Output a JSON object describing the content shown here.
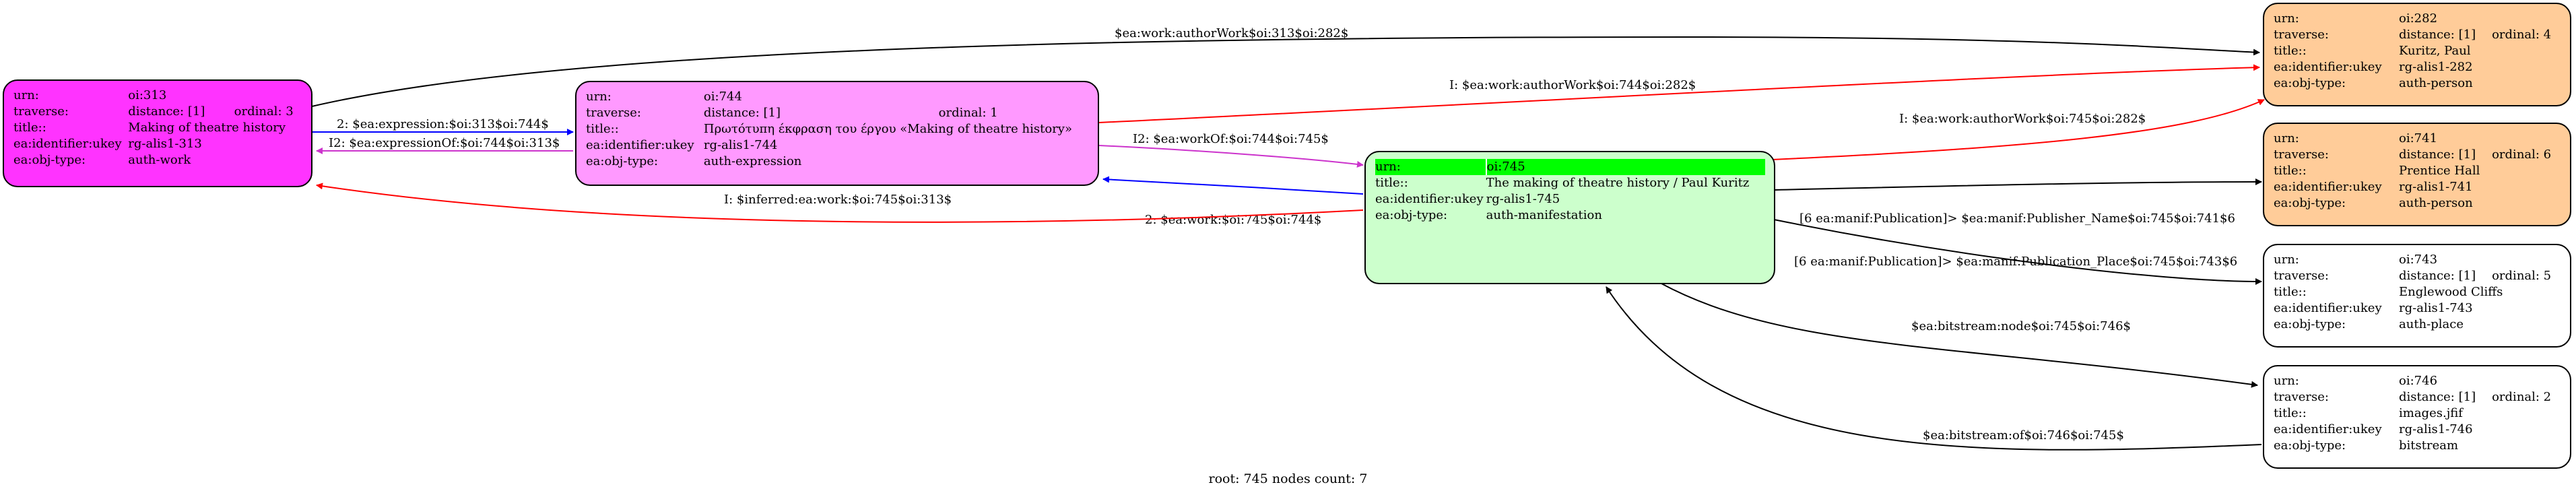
{
  "nodes": {
    "oi313": {
      "fill": "#ff33ff",
      "rows": [
        {
          "key": "urn:",
          "value": "oi:313",
          "extra": ""
        },
        {
          "key": "traverse:",
          "value": "distance: [1]",
          "extra": "ordinal: 3"
        },
        {
          "key": "title::",
          "value": "Making of theatre history",
          "extra": ""
        },
        {
          "key": "ea:identifier:ukey",
          "value": "rg-alis1-313",
          "extra": ""
        },
        {
          "key": "ea:obj-type:",
          "value": "auth-work",
          "extra": ""
        }
      ]
    },
    "oi744": {
      "fill": "#ff99ff",
      "rows": [
        {
          "key": "urn:",
          "value": "oi:744",
          "extra": ""
        },
        {
          "key": "traverse:",
          "value": "distance: [1]",
          "extra": "ordinal: 1"
        },
        {
          "key": "title::",
          "value": "Πρωτότυπη έκφραση του έργου «Making of theatre history»",
          "extra": ""
        },
        {
          "key": "ea:identifier:ukey",
          "value": "rg-alis1-744",
          "extra": ""
        },
        {
          "key": "ea:obj-type:",
          "value": "auth-expression",
          "extra": ""
        }
      ]
    },
    "oi745": {
      "fill": "#ccffcc",
      "rows": [
        {
          "key": "urn:",
          "value": "oi:745",
          "extra": ""
        },
        {
          "key": "title::",
          "value": "The making of theatre history / Paul Kuritz",
          "extra": ""
        },
        {
          "key": "ea:identifier:ukey",
          "value": "rg-alis1-745",
          "extra": ""
        },
        {
          "key": "ea:obj-type:",
          "value": "auth-manifestation",
          "extra": ""
        }
      ]
    },
    "oi282": {
      "fill": "#ffcc99",
      "rows": [
        {
          "key": "urn:",
          "value": "oi:282",
          "extra": ""
        },
        {
          "key": "traverse:",
          "value": "distance: [1]",
          "extra": "ordinal: 4"
        },
        {
          "key": "title::",
          "value": "Kuritz, Paul",
          "extra": ""
        },
        {
          "key": "ea:identifier:ukey",
          "value": "rg-alis1-282",
          "extra": ""
        },
        {
          "key": "ea:obj-type:",
          "value": "auth-person",
          "extra": ""
        }
      ]
    },
    "oi741": {
      "fill": "#ffcc99",
      "rows": [
        {
          "key": "urn:",
          "value": "oi:741",
          "extra": ""
        },
        {
          "key": "traverse:",
          "value": "distance: [1]",
          "extra": "ordinal: 6"
        },
        {
          "key": "title::",
          "value": "Prentice Hall",
          "extra": ""
        },
        {
          "key": "ea:identifier:ukey",
          "value": "rg-alis1-741",
          "extra": ""
        },
        {
          "key": "ea:obj-type:",
          "value": "auth-person",
          "extra": ""
        }
      ]
    },
    "oi743": {
      "fill": "#ffffff",
      "rows": [
        {
          "key": "urn:",
          "value": "oi:743",
          "extra": ""
        },
        {
          "key": "traverse:",
          "value": "distance: [1]",
          "extra": "ordinal: 5"
        },
        {
          "key": "title::",
          "value": "Englewood Cliffs",
          "extra": ""
        },
        {
          "key": "ea:identifier:ukey",
          "value": "rg-alis1-743",
          "extra": ""
        },
        {
          "key": "ea:obj-type:",
          "value": "auth-place",
          "extra": ""
        }
      ]
    },
    "oi746": {
      "fill": "#ffffff",
      "rows": [
        {
          "key": "urn:",
          "value": "oi:746",
          "extra": ""
        },
        {
          "key": "traverse:",
          "value": "distance: [1]",
          "extra": "ordinal: 2"
        },
        {
          "key": "title::",
          "value": "images.jfif",
          "extra": ""
        },
        {
          "key": "ea:identifier:ukey",
          "value": "rg-alis1-746",
          "extra": ""
        },
        {
          "key": "ea:obj-type:",
          "value": "bitstream",
          "extra": ""
        }
      ]
    }
  },
  "edges": {
    "work_author_313": {
      "label": "$ea:work:authorWork$oi:313$oi:282$",
      "color": "#000000"
    },
    "expression_of_work": {
      "label": "2: $ea:expression:$oi:313$oi:744$",
      "color": "#0000ff"
    },
    "expression_of_back": {
      "label": "I2: $ea:expressionOf:$oi:744$oi:313$",
      "color": "#cc33cc"
    },
    "inferred_author_744": {
      "label": "I: $ea:work:authorWork$oi:744$oi:282$",
      "color": "#ff0000"
    },
    "work_of_744": {
      "label": "I2: $ea:workOf:$oi:744$oi:745$",
      "color": "#cc33cc"
    },
    "work_745_744": {
      "label": "2: $ea:work:$oi:745$oi:744$",
      "color": "#0000ff"
    },
    "inferred_work_313": {
      "label": "I: $inferred:ea:work:$oi:745$oi:313$",
      "color": "#ff0000"
    },
    "inferred_author_745": {
      "label": "I: $ea:work:authorWork$oi:745$oi:282$",
      "color": "#ff0000"
    },
    "publisher_name": {
      "label": "[6 ea:manif:Publication]> $ea:manif:Publisher_Name$oi:745$oi:741$6",
      "color": "#000000"
    },
    "publication_place": {
      "label": "[6 ea:manif:Publication]> $ea:manif:Publication_Place$oi:745$oi:743$6",
      "color": "#000000"
    },
    "bitstream_node": {
      "label": "$ea:bitstream:node$oi:745$oi:746$",
      "color": "#000000"
    },
    "bitstream_of": {
      "label": "$ea:bitstream:of$oi:746$oi:745$",
      "color": "#000000"
    }
  },
  "footer": {
    "text": "root: 745 nodes count: 7"
  }
}
